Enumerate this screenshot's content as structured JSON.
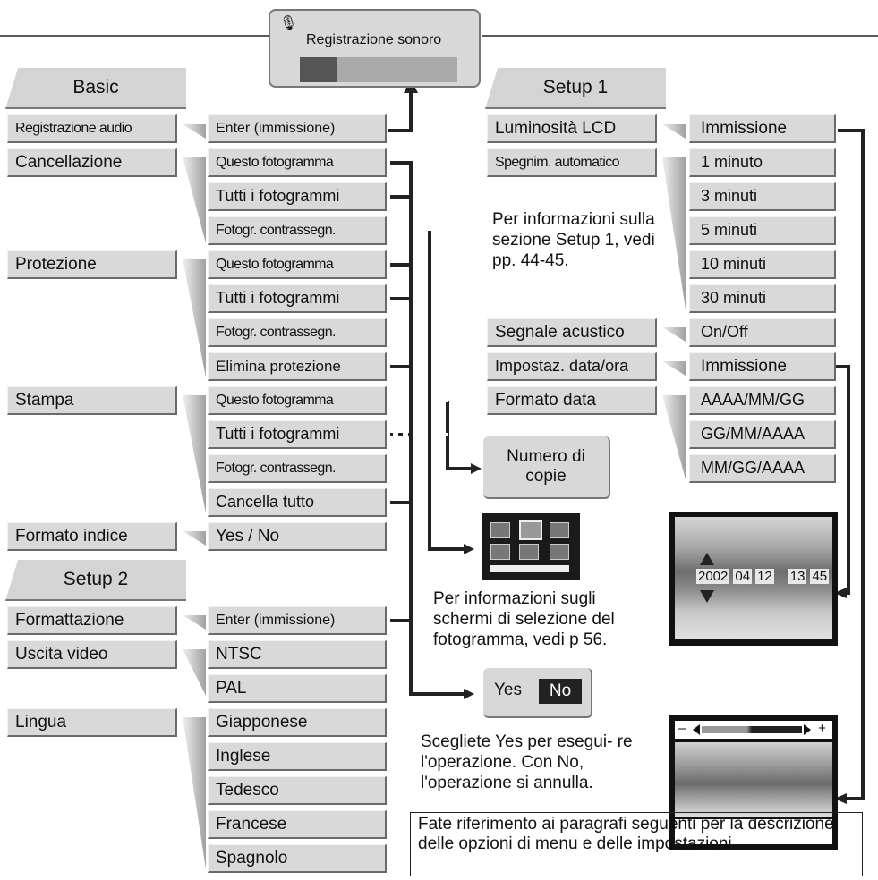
{
  "popup_sound": {
    "label": "Registrazione sonoro",
    "icon": "microphone-icon",
    "progress": 0.24
  },
  "basic": {
    "tab": "Basic",
    "items": [
      {
        "label": "Registrazione audio"
      },
      {
        "label": "Cancellazione"
      },
      {
        "label": "Protezione"
      },
      {
        "label": "Stampa"
      },
      {
        "label": "Formato indice"
      }
    ],
    "options": {
      "audio_enter": "Enter (immissione)",
      "cancel": [
        "Questo fotogramma",
        "Tutti i fotogrammi",
        "Fotogr. contrassegn."
      ],
      "protect": [
        "Questo fotogramma",
        "Tutti i fotogrammi",
        "Fotogr. contrassegn.",
        "Elimina protezione"
      ],
      "print": [
        "Questo fotogramma",
        "Tutti i fotogrammi",
        "Fotogr. contrassegn.",
        "Cancella tutto"
      ],
      "index": "Yes / No"
    }
  },
  "setup2": {
    "tab": "Setup 2",
    "items": [
      {
        "label": "Formattazione"
      },
      {
        "label": "Uscita video"
      },
      {
        "label": "Lingua"
      }
    ],
    "options": {
      "format": "Enter (immissione)",
      "video": [
        "NTSC",
        "PAL"
      ],
      "language": [
        "Giapponese",
        "Inglese",
        "Tedesco",
        "Francese",
        "Spagnolo"
      ]
    }
  },
  "setup1": {
    "tab": "Setup 1",
    "items": [
      {
        "label": "Luminosità LCD"
      },
      {
        "label": "Spegnim. automatico"
      },
      {
        "label": "Segnale acustico"
      },
      {
        "label": "Impostaz. data/ora"
      },
      {
        "label": "Formato data"
      }
    ],
    "options": {
      "lcd": "Immissione",
      "auto_off": [
        "1 minuto",
        "3 minuti",
        "5 minuti",
        "10 minuti",
        "30 minuti"
      ],
      "beep": "On/Off",
      "date": "Immissione",
      "date_format": [
        "AAAA/MM/GG",
        "GG/MM/AAAA",
        "MM/GG/AAAA"
      ]
    },
    "note": "Per informazioni sulla sezione Setup 1, vedi pp. 44-45."
  },
  "copies_box": "Numero di copie",
  "frame_select_note": "Per informazioni sugli schermi di selezione del fotogramma, vedi p 56.",
  "confirm": {
    "yes": "Yes",
    "no": "No",
    "note": "Scegliete Yes per esegui- re l'operazione. Con No, l'operazione si annulla."
  },
  "date_screen": {
    "year": "2002",
    "month": "04",
    "day": "12",
    "hour": "13",
    "minute": "45"
  },
  "brightness_screen": {
    "minus": "–",
    "plus": "+"
  },
  "footer_note": "Fate riferimento ai paragrafi seguenti per la descrizione delle opzioni di menu e delle impostazioni."
}
